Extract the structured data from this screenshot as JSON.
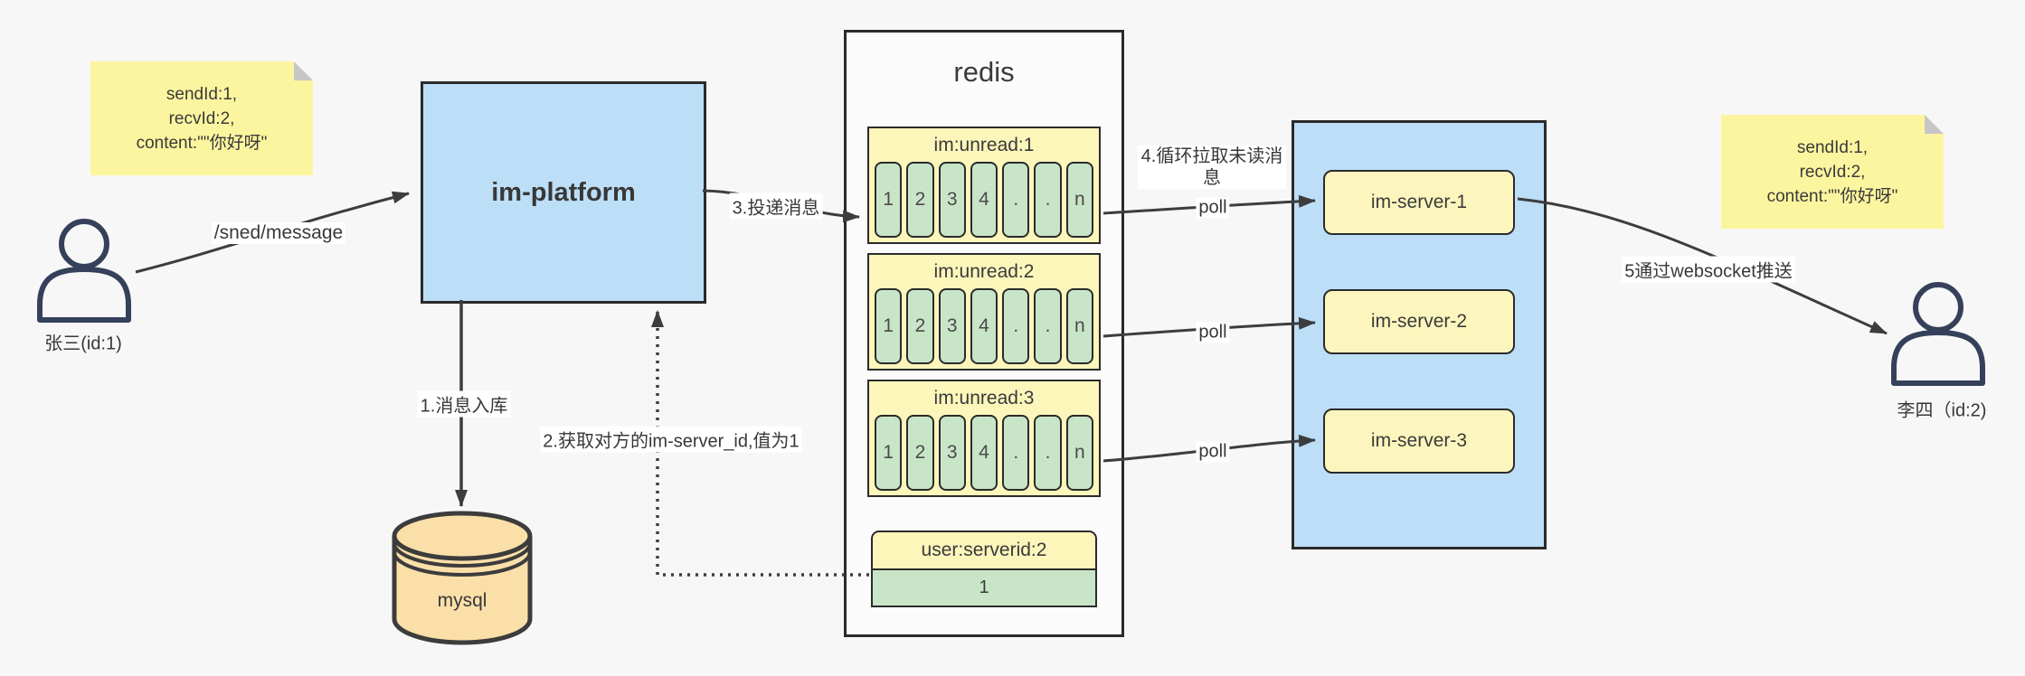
{
  "actors": {
    "sender": {
      "label": "张三(id:1)"
    },
    "receiver": {
      "label": "李四（id:2)"
    }
  },
  "sticky_notes": {
    "left": {
      "lines": [
        "sendId:1,",
        "recvId:2,",
        "content:\"\"你好呀\""
      ]
    },
    "right": {
      "lines": [
        "sendId:1,",
        "recvId:2,",
        "content:\"\"你好呀\""
      ]
    }
  },
  "platform": {
    "label": "im-platform"
  },
  "mysql": {
    "label": "mysql"
  },
  "redis": {
    "title": "redis",
    "queues": [
      {
        "header": "im:unread:1",
        "cells": [
          "1",
          "2",
          "3",
          "4",
          ".",
          ".",
          "n"
        ]
      },
      {
        "header": "im:unread:2",
        "cells": [
          "1",
          "2",
          "3",
          "4",
          ".",
          ".",
          "n"
        ]
      },
      {
        "header": "im:unread:3",
        "cells": [
          "1",
          "2",
          "3",
          "4",
          ".",
          ".",
          "n"
        ]
      }
    ],
    "server_id_entry": {
      "header": "user:serverid:2",
      "value": "1"
    }
  },
  "server_cluster": {
    "servers": [
      "im-server-1",
      "im-server-2",
      "im-server-3"
    ]
  },
  "edge_labels": {
    "send_message": "/sned/message",
    "step1": "1.消息入库",
    "step2": "2.获取对方的im-server_id,值为1",
    "step3": "3.投递消息",
    "step4": "4.循环拉取未读消息",
    "step5": "5通过websocket推送",
    "poll": "poll"
  },
  "colors": {
    "background": "#f7f7f7",
    "sticky_yellow": "#fcf59f",
    "box_yellow": "#fcf6bb",
    "cell_green": "#c9e5c8",
    "node_blue": "#bddef7",
    "mysql_tan": "#fbdfa9",
    "edge_dark": "#3d3d3d"
  }
}
